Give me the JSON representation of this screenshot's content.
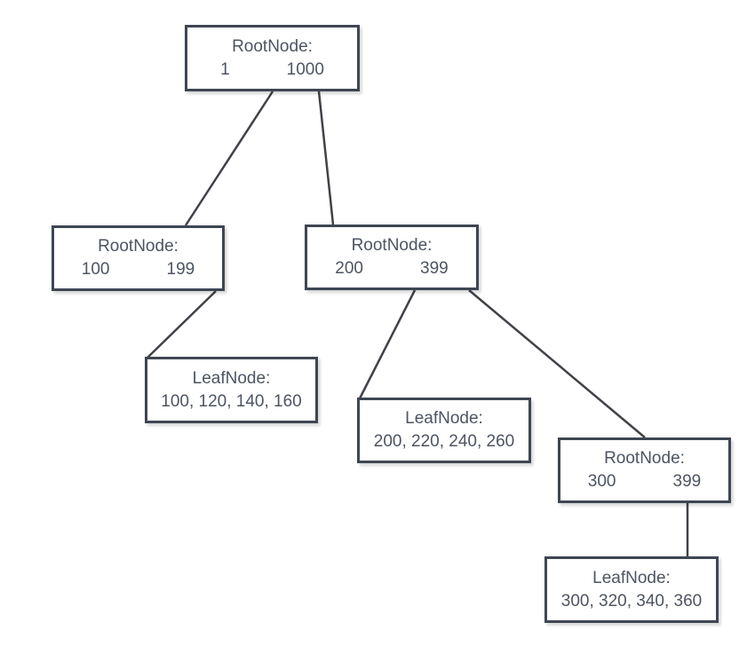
{
  "diagram": {
    "type": "b-tree",
    "background_color": "#ffffff",
    "node_fill_color": "#ffffff",
    "node_border_color": "#3f4653",
    "text_color": "#4d5462",
    "edge_color": "#404248",
    "nodes": [
      {
        "id": "root",
        "title": "RootNode:",
        "values": [
          "1",
          "1000"
        ]
      },
      {
        "id": "internal-100-199",
        "title": "RootNode:",
        "values": [
          "100",
          "199"
        ]
      },
      {
        "id": "internal-200-399",
        "title": "RootNode:",
        "values": [
          "200",
          "399"
        ]
      },
      {
        "id": "leaf-100",
        "title": "LeafNode:",
        "values": [
          "100, 120, 140, 160"
        ]
      },
      {
        "id": "leaf-200",
        "title": "LeafNode:",
        "values": [
          "200, 220, 240, 260"
        ]
      },
      {
        "id": "internal-300-399",
        "title": "RootNode:",
        "values": [
          "300",
          "399"
        ]
      },
      {
        "id": "leaf-300",
        "title": "LeafNode:",
        "values": [
          "300, 320, 340, 360"
        ]
      }
    ],
    "edges": [
      {
        "from": "root",
        "to": "internal-100-199"
      },
      {
        "from": "root",
        "to": "internal-200-399"
      },
      {
        "from": "internal-100-199",
        "to": "leaf-100"
      },
      {
        "from": "internal-200-399",
        "to": "leaf-200"
      },
      {
        "from": "internal-200-399",
        "to": "internal-300-399"
      },
      {
        "from": "internal-300-399",
        "to": "leaf-300"
      }
    ]
  }
}
